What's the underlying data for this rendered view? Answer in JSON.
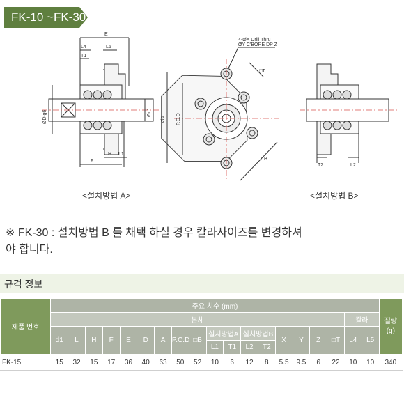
{
  "title": "FK-10 ~FK-30",
  "drawing": {
    "labels": {
      "E": "E",
      "L4": "L4",
      "T1": "T1",
      "L5": "L5",
      "od": "ØD g6",
      "d1": "Ød1",
      "F": "F",
      "H": "H",
      "L1": "L1",
      "drill": "4-ØX Drill Thru",
      "cbore": "ØY C'BORE DP Z",
      "T": "□T",
      "A": "ØA",
      "pcd": "P.C.D",
      "B": "□B",
      "T2": "T2",
      "L2": "L2"
    },
    "caption_a": "<설치방법 A>",
    "caption_b": "<설치방법 B>"
  },
  "note": "※ FK-30 : 설치방법 B 를 채택 하실 경우 칼라사이즈를 변경하셔야 합니다.",
  "section_title": "규격 정보",
  "table": {
    "product_header": "제품 번호",
    "main_dim_header": "주요 치수 (mm)",
    "body_header": "본체",
    "collar_header": "칼라",
    "mass_header": "질량\n(g)",
    "cols_a": [
      "d1",
      "L",
      "H",
      "F",
      "E",
      "D",
      "A",
      "P.C.D",
      "□B"
    ],
    "install_a": "설치방법A",
    "install_b": "설치방법B",
    "install_a_cols": [
      "L1",
      "T1"
    ],
    "install_b_cols": [
      "L2",
      "T2"
    ],
    "cols_b": [
      "X",
      "Y",
      "Z",
      "□T"
    ],
    "collar_cols": [
      "L4",
      "L5"
    ],
    "rows": [
      {
        "product": "FK-15",
        "values": [
          "15",
          "32",
          "15",
          "17",
          "36",
          "40",
          "63",
          "50",
          "52",
          "10",
          "6",
          "12",
          "8",
          "5.5",
          "9.5",
          "6",
          "22",
          "10",
          "10",
          "340"
        ]
      }
    ]
  }
}
